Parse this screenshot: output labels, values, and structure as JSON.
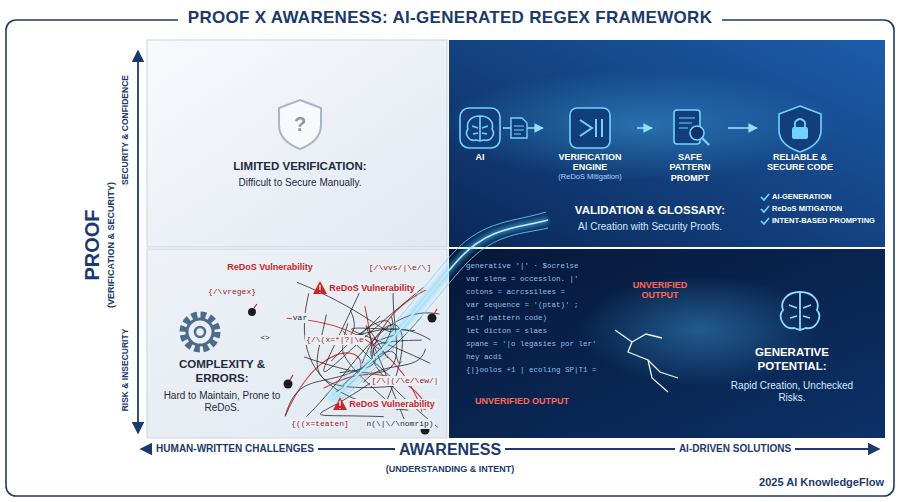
{
  "diagram": {
    "title": "PROOF X AWARENESS: AI-GENERATED REGEX FRAMEWORK",
    "nodes": [
      {
        "text": [
          "LIMITED VERIFICATION:",
          "Difficult to Secure Manually."
        ]
      },
      {
        "text": [
          "VALIDATION & GLOSSARY:",
          "AI Creation with Security Proofs."
        ]
      },
      {
        "text": [
          "AI"
        ],
        "in": 1
      },
      {
        "text": [
          "VERIFICATION ENGINE",
          "(ReDoS Mitigation)"
        ],
        "in": 1
      },
      {
        "text": [
          "SAFE PATTERN PROMPT"
        ],
        "in": 1
      },
      {
        "text": [
          "RELIABLE & SECURE CODE"
        ],
        "in": 1
      },
      {
        "text": [
          "COMPLEXITY & ERRORS:",
          "Hard to Maintain, Prone to ReDoS."
        ]
      },
      {
        "text": [
          "GENERATIVE POTENTIAL:",
          "Rapid Creation, Unchecked Risks."
        ]
      }
    ],
    "edges": [
      {
        "from": 2,
        "to": 3,
        "arrow": "to"
      },
      {
        "from": 3,
        "to": 4,
        "arrow": "to"
      },
      {
        "from": 4,
        "to": 5,
        "arrow": "to"
      }
    ],
    "labels": [
      "PROOF",
      "(VERIFICATION & SECURITY)",
      "SECURITY & CONFIDENCE",
      "RISK & INSECURITY",
      "HUMAN-WRITTEN CHALLENGES",
      "AWARENESS",
      "(UNDERSTANDING & INTENT)",
      "AI-DRIVEN SOLUTIONS",
      "2025 AI KnowledgeFlow",
      "?",
      "AI-GENERATION",
      "ReDoS MITIGATION",
      "INTENT-BASED PROMPTING",
      "ReDoS Vulnerability",
      "ReDoS Vulnerability",
      "ReDoS Vulnerability",
      "{/\\vregex}",
      "[/\\vvs/|\\e/\\]",
      "var",
      "<>",
      "{/\\(x=*|?|\\e",
      "[/\\|(/\\e/\\ew/|",
      "{((x=teaten]",
      "n(\\|\\/\\nomrip)",
      "generative '|' · $ocrelse",
      "var slene = occesslon. |'",
      "cotons = acrcssilees =",
      "var sequence = '(ptat)' ;",
      "self pattern code)",
      "let dicton = slaes",
      "spane = '|o legasies por ler'",
      "hey acdi",
      "{|}oolos +1 | ecoling SP|T1 =",
      "UNVERIFIED OUTPUT",
      "UNVERIFIED OUTPUT"
    ]
  }
}
